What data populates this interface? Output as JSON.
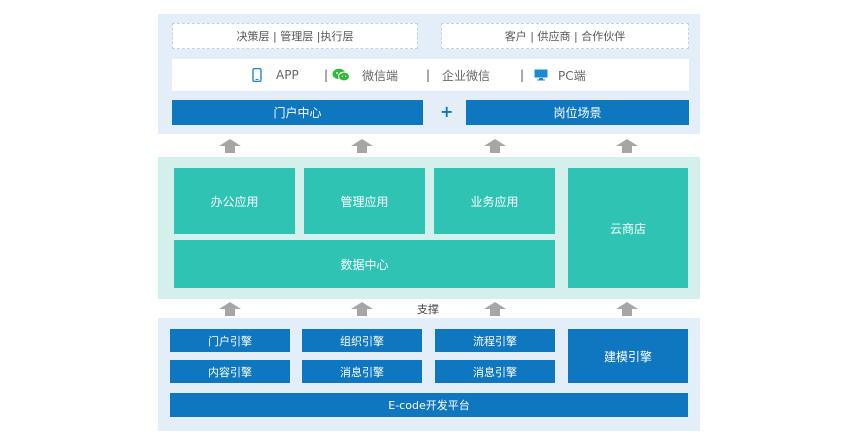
{
  "top": {
    "left_box": "决策层 | 管理层 |执行层",
    "right_box": "客户 | 供应商 | 合作伙伴",
    "channels": [
      {
        "label": "APP",
        "icon": "mobile-phone-icon"
      },
      {
        "label": "微信端",
        "icon": "wechat-icon"
      },
      {
        "label": "企业微信",
        "icon": ""
      },
      {
        "label": "PC端",
        "icon": "monitor-icon"
      }
    ],
    "channel_separator": "|",
    "portal": "门户中心",
    "plus": "+",
    "position": "岗位场景"
  },
  "middle": {
    "office": "办公应用",
    "management": "管理应用",
    "business": "业务应用",
    "data_center": "数据中心",
    "cloud_store": "云商店"
  },
  "support_label": "支撑",
  "bottom": {
    "engines": [
      "门户引擎",
      "组织引擎",
      "流程引擎",
      "内容引擎",
      "消息引擎",
      "消息引擎"
    ],
    "modeling": "建模引擎",
    "platform": "E-code开发平台"
  },
  "colors": {
    "blue": "#0f77c0",
    "teal": "#2ec3b2",
    "arrow": "#a6a6a6",
    "panel_blue": "#e3eef8",
    "panel_teal": "#d4f0ec"
  }
}
